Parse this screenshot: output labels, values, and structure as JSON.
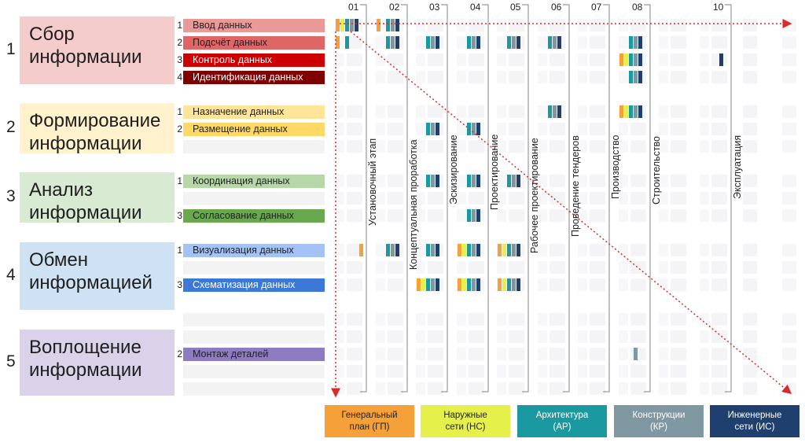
{
  "stages": [
    {
      "num": "1",
      "title": "Сбор\nинформации",
      "color": "#f4cccc"
    },
    {
      "num": "2",
      "title": "Формирование\nинформации",
      "color": "#fff2cc"
    },
    {
      "num": "3",
      "title": "Анализ\nинформации",
      "color": "#d9ead3"
    },
    {
      "num": "4",
      "title": "Обмен\nинформацией",
      "color": "#cfe2f3"
    },
    {
      "num": "5",
      "title": "Воплощение\nинформации",
      "color": "#d9d2e9"
    }
  ],
  "subs": [
    {
      "num": "1",
      "label": "Ввод данных",
      "color": "#ea9999",
      "text": "#222"
    },
    {
      "num": "2",
      "label": "Подсчёт данных",
      "color": "#e06666",
      "text": "#222"
    },
    {
      "num": "3",
      "label": "Контроль данных",
      "color": "#cc0000",
      "text": "#ffffff"
    },
    {
      "num": "4",
      "label": "Идентификация данных",
      "color": "#7f0000",
      "text": "#ffffff"
    },
    {
      "num": "1",
      "label": "Назначение данных",
      "color": "#ffe599",
      "text": "#222"
    },
    {
      "num": "2",
      "label": "Размещение данных",
      "color": "#ffd966",
      "text": "#222"
    },
    {
      "num": "",
      "label": "",
      "color": "#f3f3f3",
      "text": "#222"
    },
    {
      "num": "1",
      "label": "Координация данных",
      "color": "#b6d7a8",
      "text": "#222"
    },
    {
      "num": "",
      "label": "",
      "color": "#f3f3f3",
      "text": "#222"
    },
    {
      "num": "3",
      "label": "Согласование данных",
      "color": "#6aa84f",
      "text": "#222"
    },
    {
      "num": "1",
      "label": "Визуализация данных",
      "color": "#a4c2f4",
      "text": "#222"
    },
    {
      "num": "",
      "label": "",
      "color": "#f3f3f3",
      "text": "#222"
    },
    {
      "num": "3",
      "label": "Схематизация данных",
      "color": "#3c78d8",
      "text": "#ffffff"
    },
    {
      "num": "",
      "label": "",
      "color": "#f3f3f3",
      "text": "#222"
    },
    {
      "num": "",
      "label": "",
      "color": "#f3f3f3",
      "text": "#222"
    },
    {
      "num": "2",
      "label": "Монтаж деталей",
      "color": "#8e7cc3",
      "text": "#222"
    },
    {
      "num": "",
      "label": "",
      "color": "#f3f3f3",
      "text": "#222"
    },
    {
      "num": "",
      "label": "",
      "color": "#f3f3f3",
      "text": "#222"
    }
  ],
  "phases": [
    {
      "num": "01",
      "label": "Установочный этап"
    },
    {
      "num": "02",
      "label": "Концептуальная проработка"
    },
    {
      "num": "03",
      "label": "Эскизирование"
    },
    {
      "num": "04",
      "label": "Проектирование"
    },
    {
      "num": "05",
      "label": "Рабочее проектирование"
    },
    {
      "num": "06",
      "label": "Проведение тендеров"
    },
    {
      "num": "07",
      "label": "Производство"
    },
    {
      "num": "08",
      "label": "Строительство"
    },
    {
      "num": "",
      "label": ""
    },
    {
      "num": "10",
      "label": "Эксплуатация"
    }
  ],
  "legend": [
    {
      "label": "Генеральный\nплан (ГП)",
      "color": "#f6a03a",
      "text": "#222"
    },
    {
      "label": "Наружные\nсети (НС)",
      "color": "#e6f04a",
      "text": "#222"
    },
    {
      "label": "Архитектура\n(АР)",
      "color": "#1a9aa0",
      "text": "#ffffff"
    },
    {
      "label": "Конструкции\n(КР)",
      "color": "#7f97a1",
      "text": "#ffffff"
    },
    {
      "label": "Инженерные\nсети (ИС)",
      "color": "#1f3f6e",
      "text": "#ffffff"
    }
  ],
  "discipline_colors": {
    "gp": "#f6a03a",
    "ns": "#e6f04a",
    "ar": "#1a9aa0",
    "kr": "#7f97a1",
    "is": "#1f3f6e"
  },
  "cells": [
    {
      "phase": 0,
      "row": 0,
      "marks": [
        "gp",
        "ns",
        "ar",
        "kr",
        "is"
      ]
    },
    {
      "phase": 1,
      "row": 0,
      "marks": [
        "gp",
        "",
        "ar",
        "kr",
        "is"
      ]
    },
    {
      "phase": 0,
      "row": 1,
      "marks": [
        "gp",
        "",
        "ar",
        "",
        ""
      ]
    },
    {
      "phase": 1,
      "row": 1,
      "marks": [
        "",
        "",
        "ar",
        "kr",
        "is"
      ]
    },
    {
      "phase": 2,
      "row": 1,
      "marks": [
        "",
        "",
        "ar",
        "kr",
        "is"
      ]
    },
    {
      "phase": 3,
      "row": 1,
      "marks": [
        "",
        "",
        "ar",
        "kr",
        "is"
      ]
    },
    {
      "phase": 4,
      "row": 1,
      "marks": [
        "",
        "",
        "ar",
        "kr",
        "is"
      ]
    },
    {
      "phase": 5,
      "row": 1,
      "marks": [
        "",
        "",
        "ar",
        "kr",
        "is"
      ]
    },
    {
      "phase": 7,
      "row": 1,
      "marks": [
        "",
        "",
        "ar",
        "kr",
        "is"
      ]
    },
    {
      "phase": 7,
      "row": 2,
      "marks": [
        "gp",
        "ns",
        "ar",
        "kr",
        "is"
      ]
    },
    {
      "phase": 9,
      "row": 2,
      "marks": [
        "",
        "",
        "",
        "",
        "is"
      ]
    },
    {
      "phase": 7,
      "row": 3,
      "marks": [
        "",
        "",
        "ar",
        "kr",
        "is"
      ]
    },
    {
      "phase": 5,
      "row": 4,
      "marks": [
        "",
        "",
        "ar",
        "kr",
        "is"
      ]
    },
    {
      "phase": 7,
      "row": 4,
      "marks": [
        "gp",
        "ns",
        "ar",
        "kr",
        "is"
      ]
    },
    {
      "phase": 2,
      "row": 5,
      "marks": [
        "",
        "",
        "ar",
        "kr",
        "is"
      ]
    },
    {
      "phase": 3,
      "row": 5,
      "marks": [
        "",
        "",
        "ar",
        "kr",
        "is"
      ]
    },
    {
      "phase": 2,
      "row": 7,
      "marks": [
        "",
        "",
        "ar",
        "kr",
        "is"
      ]
    },
    {
      "phase": 3,
      "row": 7,
      "marks": [
        "",
        "",
        "ar",
        "kr",
        "is"
      ]
    },
    {
      "phase": 4,
      "row": 7,
      "marks": [
        "",
        "",
        "ar",
        "kr",
        "is"
      ]
    },
    {
      "phase": 3,
      "row": 9,
      "marks": [
        "",
        "",
        "ar",
        "kr",
        "is"
      ]
    },
    {
      "phase": 0,
      "row": 10,
      "marks": [
        "",
        "",
        "",
        "",
        "",
        "gp"
      ]
    },
    {
      "phase": 1,
      "row": 10,
      "marks": [
        "",
        "",
        "ar",
        "kr",
        "is"
      ]
    },
    {
      "phase": 2,
      "row": 10,
      "marks": [
        "",
        "",
        "ar",
        "kr",
        "is"
      ]
    },
    {
      "phase": 3,
      "row": 10,
      "marks": [
        "gp",
        "ns",
        "ar",
        "kr",
        "is"
      ]
    },
    {
      "phase": 4,
      "row": 10,
      "marks": [
        "gp",
        "ns",
        "ar",
        "kr",
        "is"
      ]
    },
    {
      "phase": 2,
      "row": 12,
      "marks": [
        "gp",
        "ns",
        "ar",
        "kr",
        "is"
      ]
    },
    {
      "phase": 3,
      "row": 12,
      "marks": [
        "gp",
        "ns",
        "ar",
        "kr",
        "is"
      ]
    },
    {
      "phase": 4,
      "row": 12,
      "marks": [
        "gp",
        "ns",
        "ar",
        "kr",
        "is"
      ]
    },
    {
      "phase": 7,
      "row": 15,
      "marks": [
        "",
        "",
        "",
        "kr",
        ""
      ]
    }
  ]
}
